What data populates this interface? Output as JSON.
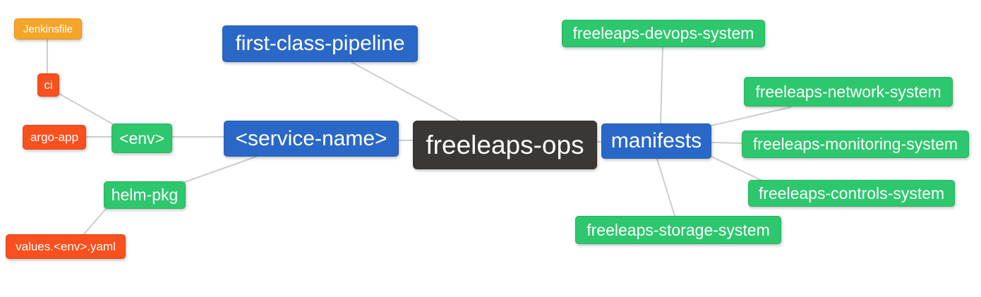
{
  "diagram": {
    "type": "mindmap",
    "root_label": "freeleaps-ops"
  },
  "palette": {
    "level_root": "#3b3735",
    "level_branch": "#2a68c8",
    "level_leaf": "#2dc76d",
    "level_sub": "#fa501e",
    "level_subsub": "#f7a528",
    "edge": "#cdcdcd",
    "text": "#ffffff",
    "background": "#ffffff"
  },
  "nodes": [
    {
      "id": "jenkinsfile",
      "label": "Jenkinsfile",
      "level": 4
    },
    {
      "id": "ci",
      "label": "ci",
      "level": 3
    },
    {
      "id": "argo-app",
      "label": "argo-app",
      "level": 3
    },
    {
      "id": "env",
      "label": "<env>",
      "level": 2
    },
    {
      "id": "helm-pkg",
      "label": "helm-pkg",
      "level": 2
    },
    {
      "id": "values-env-yaml",
      "label": "values.<env>.yaml",
      "level": 3
    },
    {
      "id": "first-class-pipeline",
      "label": "first-class-pipeline",
      "level": 1
    },
    {
      "id": "service-name",
      "label": "<service-name>",
      "level": 1
    },
    {
      "id": "freeleaps-ops",
      "label": "freeleaps-ops",
      "level": 0
    },
    {
      "id": "manifests",
      "label": "manifests",
      "level": 1
    },
    {
      "id": "devops-system",
      "label": "freeleaps-devops-system",
      "level": 2
    },
    {
      "id": "network-system",
      "label": "freeleaps-network-system",
      "level": 2
    },
    {
      "id": "monitoring-system",
      "label": "freeleaps-monitoring-system",
      "level": 2
    },
    {
      "id": "controls-system",
      "label": "freeleaps-controls-system",
      "level": 2
    },
    {
      "id": "storage-system",
      "label": "freeleaps-storage-system",
      "level": 2
    }
  ],
  "edges": [
    {
      "from": "ci",
      "to": "jenkinsfile"
    },
    {
      "from": "env",
      "to": "ci"
    },
    {
      "from": "env",
      "to": "argo-app"
    },
    {
      "from": "service-name",
      "to": "env"
    },
    {
      "from": "service-name",
      "to": "helm-pkg"
    },
    {
      "from": "helm-pkg",
      "to": "values-env-yaml"
    },
    {
      "from": "freeleaps-ops",
      "to": "first-class-pipeline"
    },
    {
      "from": "freeleaps-ops",
      "to": "service-name"
    },
    {
      "from": "freeleaps-ops",
      "to": "manifests"
    },
    {
      "from": "manifests",
      "to": "devops-system"
    },
    {
      "from": "manifests",
      "to": "network-system"
    },
    {
      "from": "manifests",
      "to": "monitoring-system"
    },
    {
      "from": "manifests",
      "to": "controls-system"
    },
    {
      "from": "manifests",
      "to": "storage-system"
    }
  ]
}
